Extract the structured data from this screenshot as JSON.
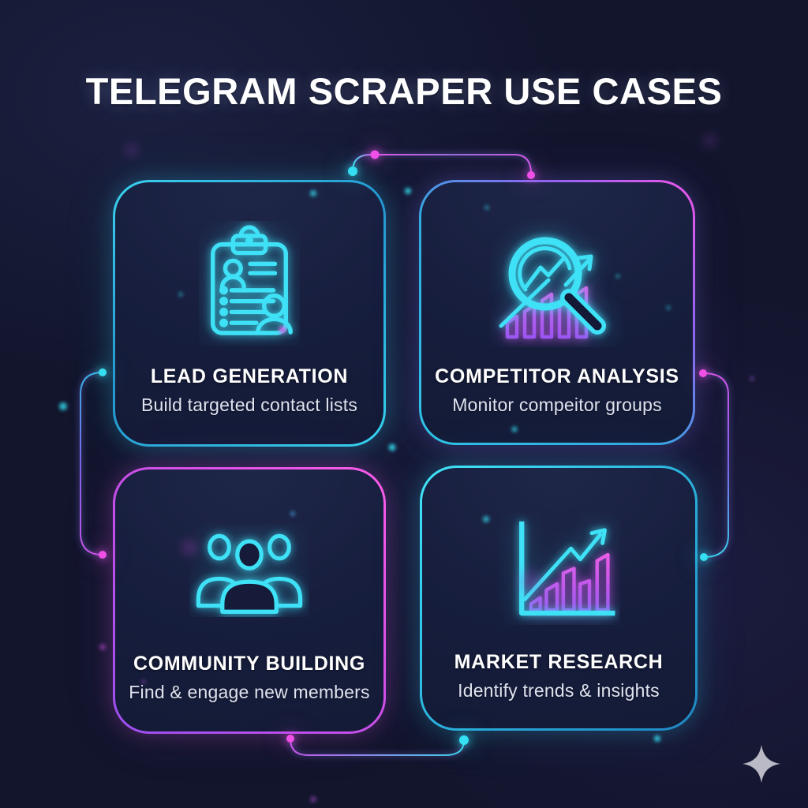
{
  "title": "TELEGRAM SCRAPER USE CASES",
  "cards": [
    {
      "id": "lead-generation",
      "heading": "LEAD GENERATION",
      "subtitle": "Build targeted contact lists",
      "icon": "clipboard-contact-list-icon"
    },
    {
      "id": "competitor-analysis",
      "heading": "COMPETITOR ANALYSIS",
      "subtitle": "Monitor compeitor groups",
      "icon": "magnifier-bar-chart-icon"
    },
    {
      "id": "community-building",
      "heading": "COMMUNITY BUILDING",
      "subtitle": "Find & engage new members",
      "icon": "people-group-icon"
    },
    {
      "id": "market-research",
      "heading": "MARKET RESEARCH",
      "subtitle": "Identify trends & insights",
      "icon": "growth-chart-arrow-icon"
    }
  ],
  "colors": {
    "background": "#12152c",
    "card_fill": "#171e3e",
    "neon_cyan": "#3fe1f6",
    "neon_magenta": "#ef55ea",
    "neon_purple": "#9b4ff0",
    "text_primary": "#ffffff",
    "text_secondary": "#dfe3f0",
    "sparkle": "#b9bac6"
  },
  "decor": {
    "sparkle_icon": "four-point-star"
  }
}
